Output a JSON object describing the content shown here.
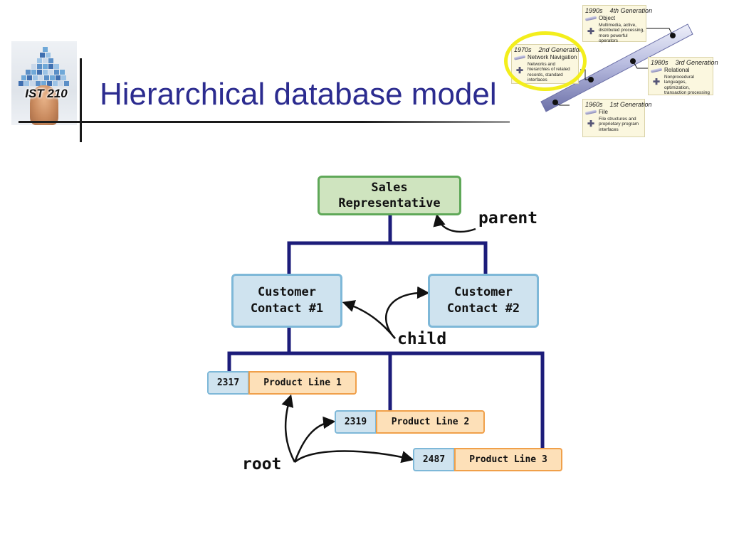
{
  "slide": {
    "title": "Hierarchical database model",
    "logo_text": "IST 210"
  },
  "timeline": [
    {
      "decade": "1990s",
      "generation": "4th Generation",
      "model": "Object",
      "description": "Multimedia, active, distributed processing, more powerful operators"
    },
    {
      "decade": "1970s",
      "generation": "2nd Generation",
      "model": "Network Navigation",
      "description": "Networks and hierarchies of related records, standard interfaces",
      "highlighted": true
    },
    {
      "decade": "1980s",
      "generation": "3rd Generation",
      "model": "Relational",
      "description": "Nonprocedural languages, optimization, transaction processing"
    },
    {
      "decade": "1960s",
      "generation": "1st Generation",
      "model": "File",
      "description": "File structures and proprietary program interfaces"
    }
  ],
  "diagram": {
    "parent_node": {
      "line1": "Sales",
      "line2": "Representative"
    },
    "child_nodes": [
      {
        "line1": "Customer",
        "line2": "Contact #1"
      },
      {
        "line1": "Customer",
        "line2": "Contact #2"
      }
    ],
    "records": [
      {
        "id": "2317",
        "name": "Product Line 1"
      },
      {
        "id": "2319",
        "name": "Product Line 2"
      },
      {
        "id": "2487",
        "name": "Product Line 3"
      }
    ],
    "labels": {
      "parent": "parent",
      "child": "child",
      "root": "root"
    },
    "colors": {
      "connector": "#1c1c7a",
      "parent_fill": "#cfe4bf",
      "parent_border": "#5fa858",
      "child_fill": "#cfe3ef",
      "child_border": "#7eb8d8",
      "record_fill": "#fde0b8",
      "record_border": "#f0a04a",
      "highlight": "#f3ee1c",
      "title": "#2b2b8f"
    }
  }
}
